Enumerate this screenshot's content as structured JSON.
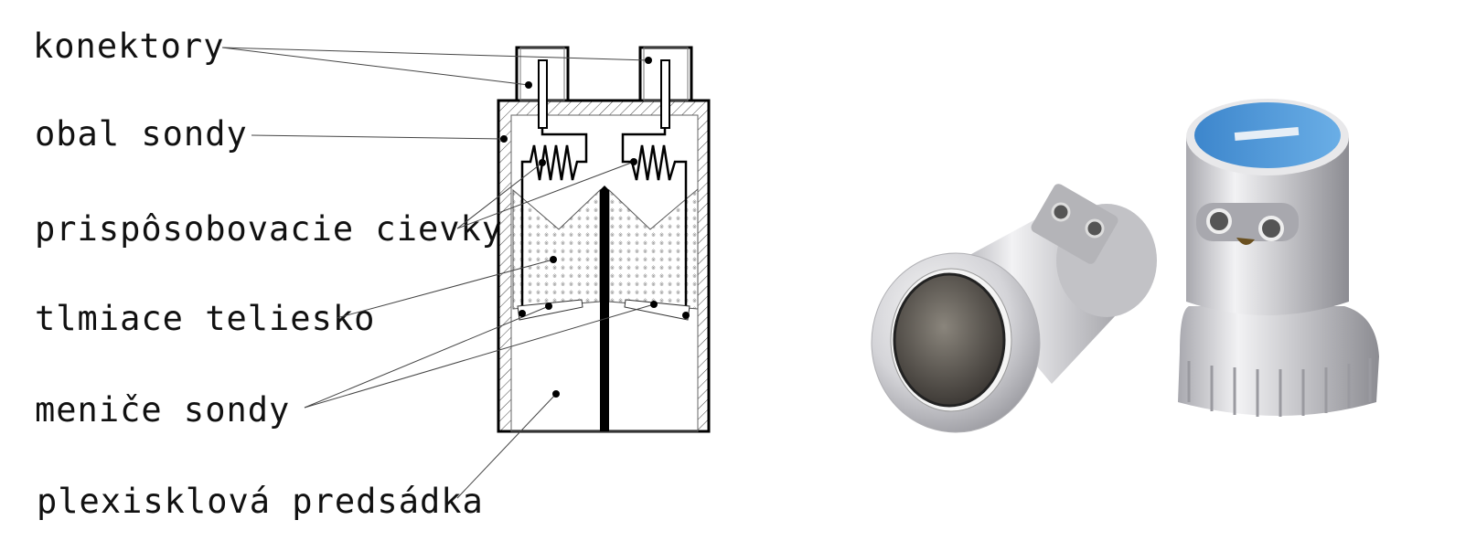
{
  "labels": {
    "connectors": "konektory",
    "housing": "obal sondy",
    "matching_coils": "prispôsobovacie cievky",
    "damping_body": "tlmiace teliesko",
    "transducers": "meniče sondy",
    "plexiglass_delay": "plexisklová predsádka"
  },
  "colors": {
    "line": "#000000",
    "label_cap": "#4a90d0",
    "metal": "#c8c8cc"
  }
}
